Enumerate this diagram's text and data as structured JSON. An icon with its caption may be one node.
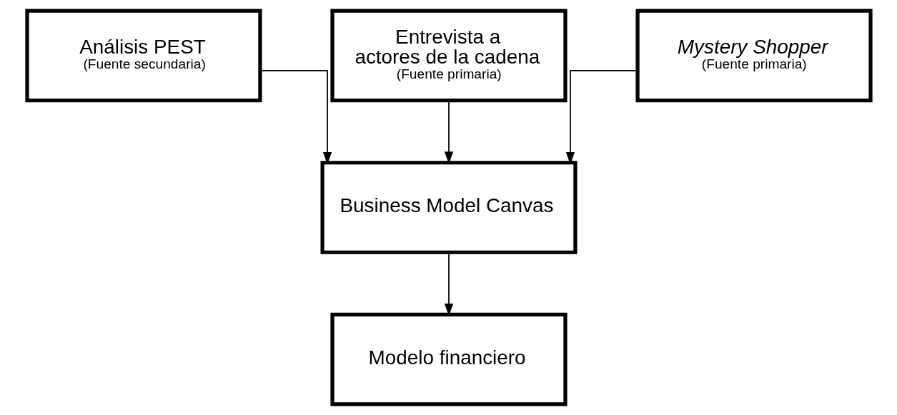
{
  "diagram": {
    "nodes": [
      {
        "text": [
          "Entrevista a actores de la cadena",
          "(Fuente primaria)"
        ]
      },
      {
        "text": [
          "Análisis PEST",
          "(Fuente secundaria)"
        ]
      },
      {
        "text": [
          "Mystery Shopper",
          "(Fuente primaria)"
        ]
      },
      {
        "text": [
          "Business Model Canvas"
        ]
      },
      {
        "text": [
          "Modelo financiero"
        ]
      }
    ],
    "edges": [
      {
        "from": 1,
        "to": 3,
        "arrow": "to"
      },
      {
        "from": 0,
        "to": 3,
        "arrow": "to"
      },
      {
        "from": 2,
        "to": 3,
        "arrow": "to"
      },
      {
        "from": 3,
        "to": 4,
        "arrow": "to"
      }
    ]
  }
}
